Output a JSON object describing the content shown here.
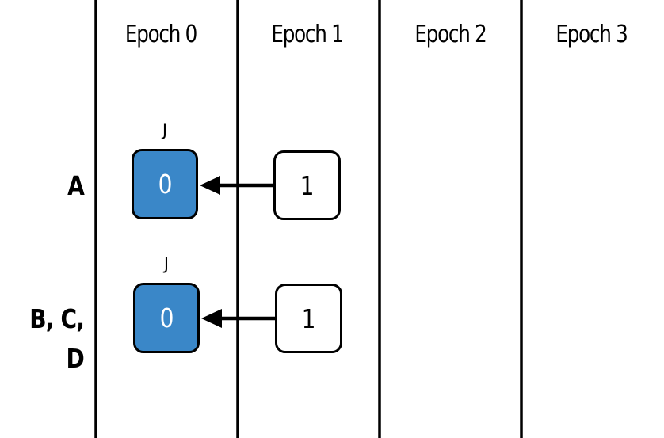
{
  "epochs": [
    "Epoch 0",
    "Epoch 1",
    "Epoch 2",
    "Epoch 3"
  ],
  "rows": [
    {
      "label": "A",
      "justified_marker": "J",
      "blocks": [
        {
          "epoch": 0,
          "value": "0",
          "state": "justified"
        },
        {
          "epoch": 1,
          "value": "1",
          "state": "plain"
        }
      ]
    },
    {
      "label": "B, C, D",
      "justified_marker": "J",
      "blocks": [
        {
          "epoch": 0,
          "value": "0",
          "state": "justified"
        },
        {
          "epoch": 1,
          "value": "1",
          "state": "plain"
        }
      ]
    }
  ],
  "colors": {
    "justified_fill": "#3a87c8",
    "border": "#000000",
    "lines": "#000000"
  }
}
